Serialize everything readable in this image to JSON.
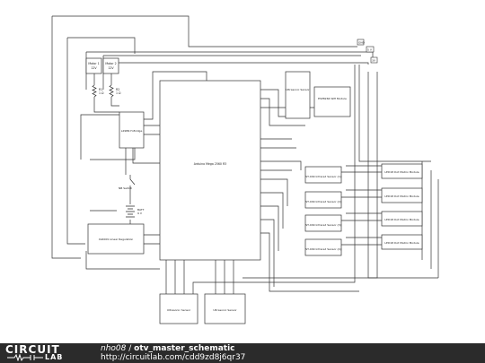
{
  "schematic": {
    "components": {
      "motor1": "Motor 1",
      "motor1_value": "12V",
      "motor2": "Motor 2",
      "motor2_value": "12V",
      "r1": "R1",
      "r1_value": "1 Ω",
      "r2": "R2",
      "r2_value": "1 Ω",
      "hbridge": "L298N H-Bridge",
      "arduino": "Arduino Mega 2560 R3",
      "ultrasonic_top": "Ultrasonic Sensor",
      "esp": "ESP8266 Wifi Module",
      "nc_switch": "NB Switch",
      "batt": "BATT",
      "batt_value": "9 V",
      "regulator": "XL6009 Linear Regulation",
      "ir1": "ST-009 Infrared Sensor (1)",
      "ir2": "ST-009 Infrared Sensor (2)",
      "ir3": "ST-009 Infrared Sensor (3)",
      "ir4": "ST-009 Infrared Sensor (4)",
      "led1": "LED18 Dot Matrix Module",
      "led2": "LED18 Dot Matrix Module",
      "led3": "LED18 Dot Matrix Module",
      "led4": "LED18 Dot Matrix Module",
      "ultrasonic_b1": "Ultrasonic Sensor",
      "ultrasonic_b2": "Ultrasonic Sensor"
    },
    "rails": {
      "gnd": "GND",
      "v5": "5 V",
      "v33": "3V"
    }
  },
  "footer": {
    "brand_circuit": "CIRCUIT",
    "brand_lab": "LAB",
    "author": "nho08",
    "separator": " / ",
    "schematic_name": "otv_master_schematic",
    "url": "http://circuitlab.com/cdd9zd8j6qr37"
  }
}
